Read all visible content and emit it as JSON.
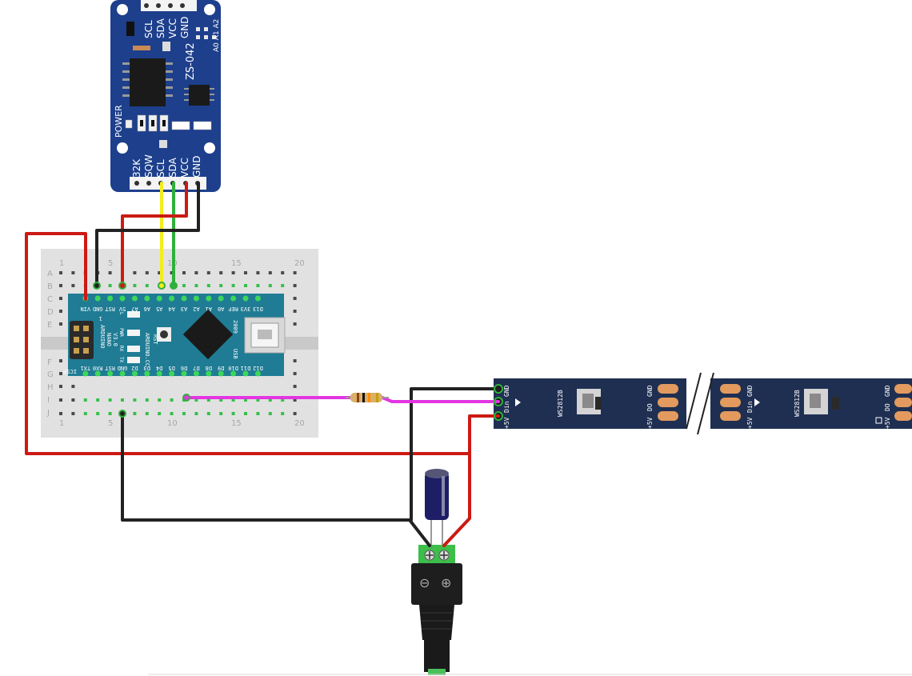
{
  "rtc": {
    "top_pins": [
      "SCL",
      "SDA",
      "VCC",
      "GND"
    ],
    "model": "ZS-042",
    "addr": "A0 A1 A2",
    "power": "POWER",
    "bottom_pins": [
      "32K",
      "SQW",
      "SCL",
      "SDA",
      "VCC",
      "GND"
    ]
  },
  "breadboard": {
    "rows": [
      "A",
      "B",
      "C",
      "D",
      "E",
      "F",
      "G",
      "H",
      "I",
      "J"
    ],
    "col_numbers": [
      "1",
      "5",
      "10",
      "15",
      "20"
    ]
  },
  "nano": {
    "top_pins": [
      "VIN",
      "GND",
      "RST",
      "5V",
      "A7",
      "A6",
      "A5",
      "A4",
      "A3",
      "A2",
      "A1",
      "A0",
      "REF",
      "3V3",
      "D13"
    ],
    "bottom_pins": [
      "TX1",
      "RX0",
      "RST",
      "GND",
      "D2",
      "D3",
      "D4",
      "D5",
      "D6",
      "D7",
      "D8",
      "D9",
      "D10",
      "D11",
      "D12"
    ],
    "brand": [
      "ARDUINO",
      "NANO",
      "V3.0"
    ],
    "brand_cc": "ARDUINO.CC",
    "year": "2009",
    "usb": "USB",
    "icsp": "ICSP",
    "icsp_num": "1",
    "led_labels": [
      "L",
      "PWR",
      "RX",
      "TX"
    ],
    "rst": "RST"
  },
  "strip": {
    "chip_label": "WS2812B",
    "in_pins": [
      "+5V",
      "Din",
      "GND"
    ],
    "out_pins": [
      "+5V",
      "DO",
      "GND"
    ]
  },
  "jack": {
    "minus": "⊖",
    "plus": "⊕"
  },
  "colors": {
    "red": "#cc1a14",
    "black": "#222222",
    "yellow": "#f2ee1c",
    "green": "#2fb03c",
    "magenta": "#e236e2",
    "pcb_blue": "#1d3f8c",
    "nano_teal": "#1f7c94",
    "strip": "#1f2f52"
  }
}
